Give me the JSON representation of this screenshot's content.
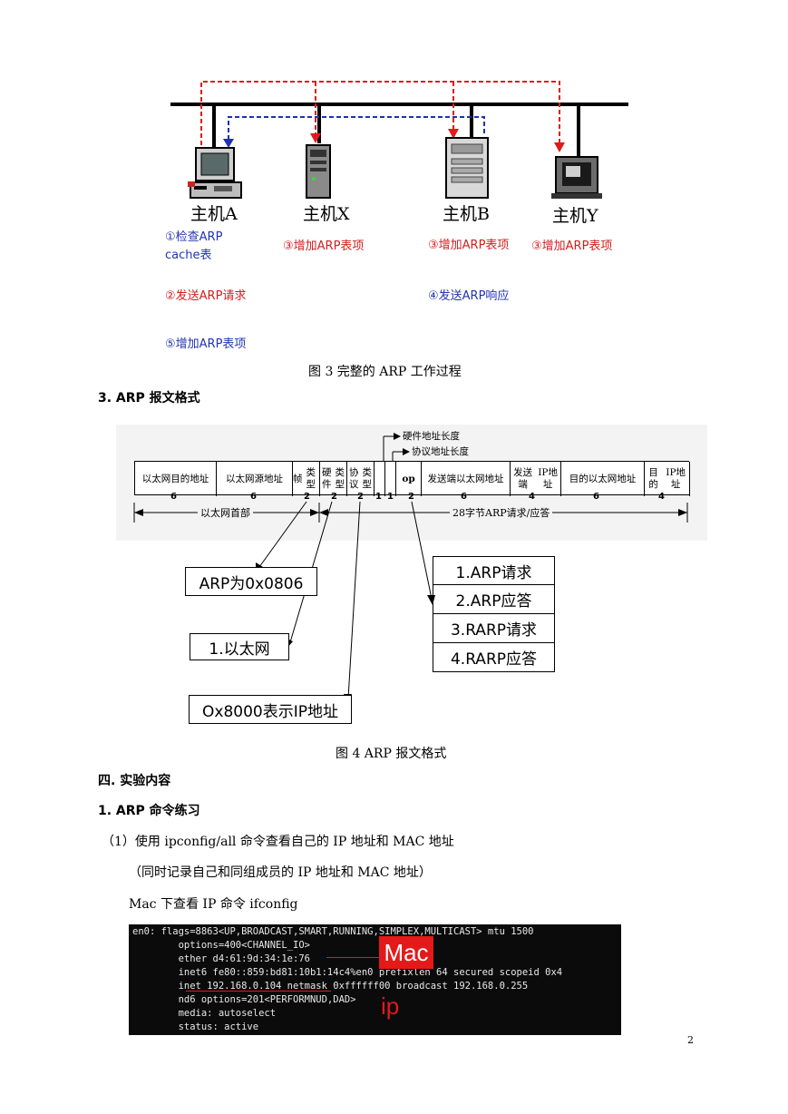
{
  "figure3": {
    "hosts": [
      {
        "id": "A",
        "label": "主机A"
      },
      {
        "id": "X",
        "label": "主机X"
      },
      {
        "id": "B",
        "label": "主机B"
      },
      {
        "id": "Y",
        "label": "主机Y"
      }
    ],
    "steps": {
      "a1_line1": "①检查ARP",
      "a1_line2": "cache表",
      "a2": "②发送ARP请求",
      "a5": "⑤增加ARP表项",
      "x3": "③增加ARP表项",
      "b3": "③增加ARP表项",
      "b4": "④发送ARP响应",
      "y3": "③增加ARP表项"
    },
    "caption": "图 3  完整的 ARP 工作过程"
  },
  "section3_heading": "3. ARP 报文格式",
  "figure4": {
    "top_labels": {
      "hw_len": "硬件地址长度",
      "proto_len": "协议地址长度"
    },
    "fields": [
      {
        "line1": "以太网",
        "line2": "目的地址",
        "size": "6"
      },
      {
        "line1": "以太网",
        "line2": "源地址",
        "size": "6"
      },
      {
        "line1": "帧",
        "line2": "类型",
        "size": "2"
      },
      {
        "line1": "硬件",
        "line2": "类型",
        "size": "2"
      },
      {
        "line1": "协议",
        "line2": "类型",
        "size": "2"
      },
      {
        "line1": "",
        "line2": "",
        "size": "1"
      },
      {
        "line1": "",
        "line2": "",
        "size": "1"
      },
      {
        "line1": "op",
        "line2": "",
        "size": "2"
      },
      {
        "line1": "发送端",
        "line2": "以太网地址",
        "size": "6"
      },
      {
        "line1": "发送端",
        "line2": "IP地址",
        "size": "4"
      },
      {
        "line1": "目的以太网",
        "line2": "地址",
        "size": "6"
      },
      {
        "line1": "目的",
        "line2": "IP地址",
        "size": "4"
      }
    ],
    "span_ethernet_header": "以太网首部",
    "span_arp": "28字节ARP请求/应答",
    "annotations": {
      "frame_type": "ARP为0x0806",
      "hw_type": "1.以太网",
      "proto_type": "Ox8000表示IP地址"
    },
    "op_values": [
      "1.ARP请求",
      "2.ARP应答",
      "3.RARP请求",
      "4.RARP应答"
    ],
    "caption": "图 4  ARP 报文格式"
  },
  "section4_heading": "四. 实验内容",
  "sub1_heading": "1. ARP 命令练习",
  "para1": "（1）使用 ipconfig/all 命令查看自己的 IP 地址和 MAC 地址",
  "para2": "（同时记录自己和同组成员的 IP 地址和 MAC 地址）",
  "para3": "Mac 下查看 IP 命令  ifconfig",
  "terminal": {
    "lines": [
      "en0: flags=8863<UP,BROADCAST,SMART,RUNNING,SIMPLEX,MULTICAST> mtu 1500",
      "        options=400<CHANNEL_IO>",
      "        ether d4:61:9d:34:1e:76",
      "        inet6 fe80::859:bd81:10b1:14c4%en0 prefixlen 64 secured scopeid 0x4",
      "        inet 192.168.0.104 netmask 0xffffff00 broadcast 192.168.0.255",
      "        nd6 options=201<PERFORMNUD,DAD>",
      "        media: autoselect",
      "        status: active"
    ],
    "mac_tag": "Mac",
    "ip_tag": "ip"
  },
  "page_number": "2",
  "colors": {
    "request_arrow": "#e01b1b",
    "reply_arrow": "#1f2fb8",
    "mac_tag_bg": "#e41919",
    "ip_tag": "#e41919"
  }
}
